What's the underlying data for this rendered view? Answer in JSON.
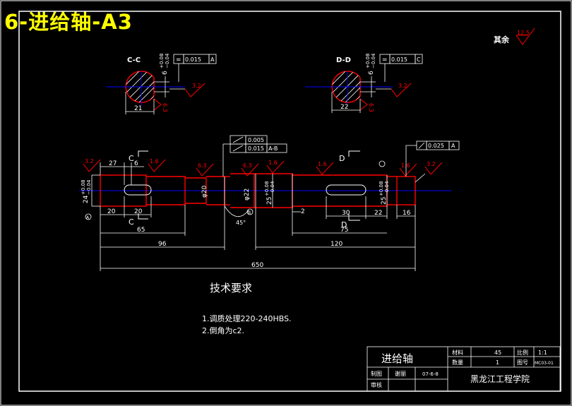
{
  "title": "6-进给轴-A3",
  "rest_roughness": {
    "label": "其余",
    "value": "12.5"
  },
  "section_cc": {
    "label": "C-C",
    "tolerance": "6 +0.08 −0.04",
    "tol_upper": "+0.08",
    "tol_lower": "−0.04",
    "tol_base": "6",
    "fcf_symbol": "=",
    "fcf_value": "0.015",
    "fcf_datum": "A",
    "roughness": "3.2",
    "roughness2": "6.3",
    "width_dim": "21"
  },
  "section_dd": {
    "label": "D-D",
    "tol_upper": "+0.08",
    "tol_lower": "−0.04",
    "tol_base": "6",
    "fcf_symbol": "=",
    "fcf_value": "0.015",
    "fcf_datum": "C",
    "roughness": "3.2",
    "roughness2": "6.3",
    "width_dim": "22"
  },
  "fcf_runout_center": {
    "value1": "0.005",
    "value2": "0.015",
    "datum2": "A-B"
  },
  "fcf_runout_right": {
    "value": "0.025",
    "datum": "A"
  },
  "shaft": {
    "roughness_marks": [
      "3.2",
      "1.6",
      "6.3",
      "6.3",
      "1.6",
      "1.6",
      "1.6",
      "3.2"
    ],
    "section_marks": {
      "c_top": "C",
      "c_bottom": "C",
      "d_top": "D",
      "d_bottom": "D"
    },
    "dia_left": {
      "base": "24",
      "upper": "+0.08",
      "lower": "−0.04"
    },
    "dia_mid1": "φ20",
    "dia_mid2": "φ22",
    "dia_right1": {
      "base": "25",
      "upper": "+0.08",
      "lower": "−0.04"
    },
    "dia_right2": {
      "base": "25",
      "upper": "+0.08",
      "lower": "−0.04"
    },
    "dims_top": {
      "d27": "27",
      "d6": "6"
    },
    "dims_bottom": {
      "d20a": "20",
      "d20b": "20",
      "d2": "2",
      "d30": "30",
      "d22": "22",
      "d16": "16",
      "d65": "65",
      "d75": "75",
      "d96": "96",
      "d120": "120",
      "d650": "650"
    },
    "angle": "45°",
    "datum_a": "A",
    "datum_b": "B"
  },
  "tech_requirements": {
    "heading": "技术要求",
    "items": [
      "1.调质处理220-240HBS.",
      "2.倒角为c2."
    ]
  },
  "title_block": {
    "part_name": "进给轴",
    "material_label": "材料",
    "material_value": "45",
    "scale_label": "比例",
    "scale_value": "1:1",
    "qty_label": "数量",
    "qty_value": "1",
    "drawing_no_label": "图号",
    "drawing_no_value": "MC03-01",
    "drawn_label": "制图",
    "drawn_name": "谢丽",
    "date": "07-6-8",
    "checked_label": "审核",
    "school": "黑龙江工程学院"
  },
  "colors": {
    "outline": "#ffffff",
    "part": "#ff0000",
    "centerline": "#0000ff",
    "roughness": "#ff0000",
    "dimension": "#ffffff",
    "title_text": "#ffff00"
  }
}
